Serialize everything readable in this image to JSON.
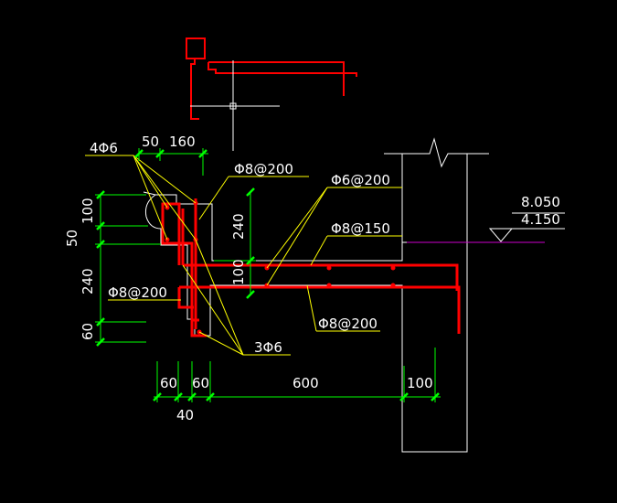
{
  "colors": {
    "background": "#000000",
    "outline": "#ffffff",
    "dimension": "#00ff00",
    "leader": "#ffff00",
    "rebar": "#ff0000",
    "level_line": "#cc00cc"
  },
  "rebar_labels": {
    "top_left_bars": "4Φ6",
    "stirrup_upper": "Φ8@200",
    "slab_distribution": "Φ6@200",
    "slab_top": "Φ8@150",
    "left_stirrup": "Φ8@200",
    "bottom_bars": "3Φ6",
    "slab_bottom": "Φ8@200"
  },
  "elevations": {
    "upper": "8.050",
    "lower": "4.150"
  },
  "dimensions": {
    "top_50": "50",
    "top_160": "160",
    "left_100": "100",
    "left_50": "50",
    "left_240": "240",
    "left_60": "60",
    "mid_240": "240",
    "mid_100": "100",
    "bottom_60a": "60",
    "bottom_60b": "60",
    "bottom_600": "600",
    "bottom_100": "100",
    "bottom_40": "40"
  }
}
